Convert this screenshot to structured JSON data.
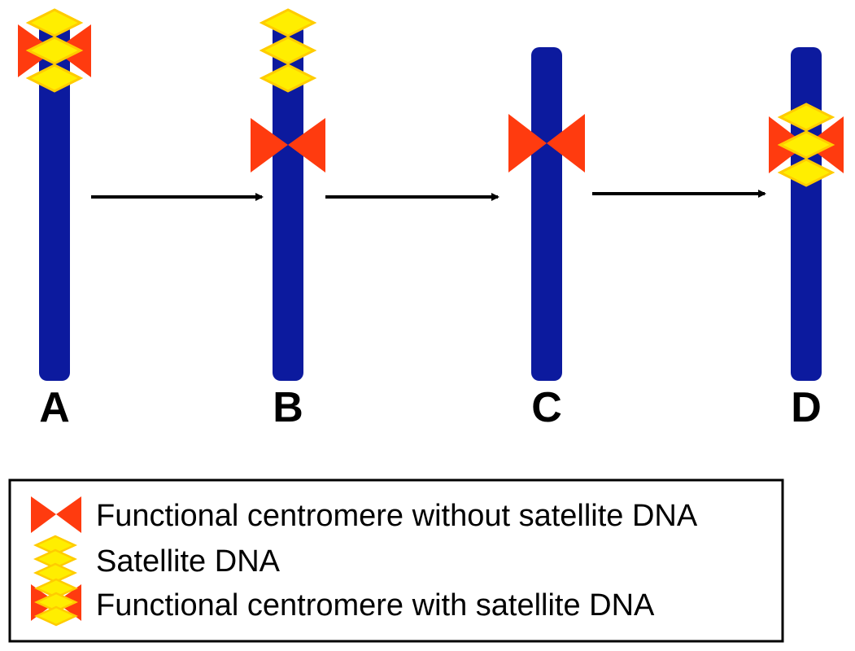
{
  "stages": [
    {
      "label": "A"
    },
    {
      "label": "B"
    },
    {
      "label": "C"
    },
    {
      "label": "D"
    }
  ],
  "legend": [
    {
      "label": "Functional centromere without satellite DNA",
      "icon": "centromere-without-satellite-icon"
    },
    {
      "label": "Satellite DNA",
      "icon": "satellite-dna-icon"
    },
    {
      "label": "Functional centromere with satellite DNA",
      "icon": "centromere-with-satellite-icon"
    }
  ],
  "colors": {
    "chromosome": "#0c1a9e",
    "centromere": "#ff3b0f",
    "satellite_fill": "#ffee00",
    "satellite_edge": "#ffcc00",
    "arrow": "#000000",
    "legend_border": "#000000"
  }
}
